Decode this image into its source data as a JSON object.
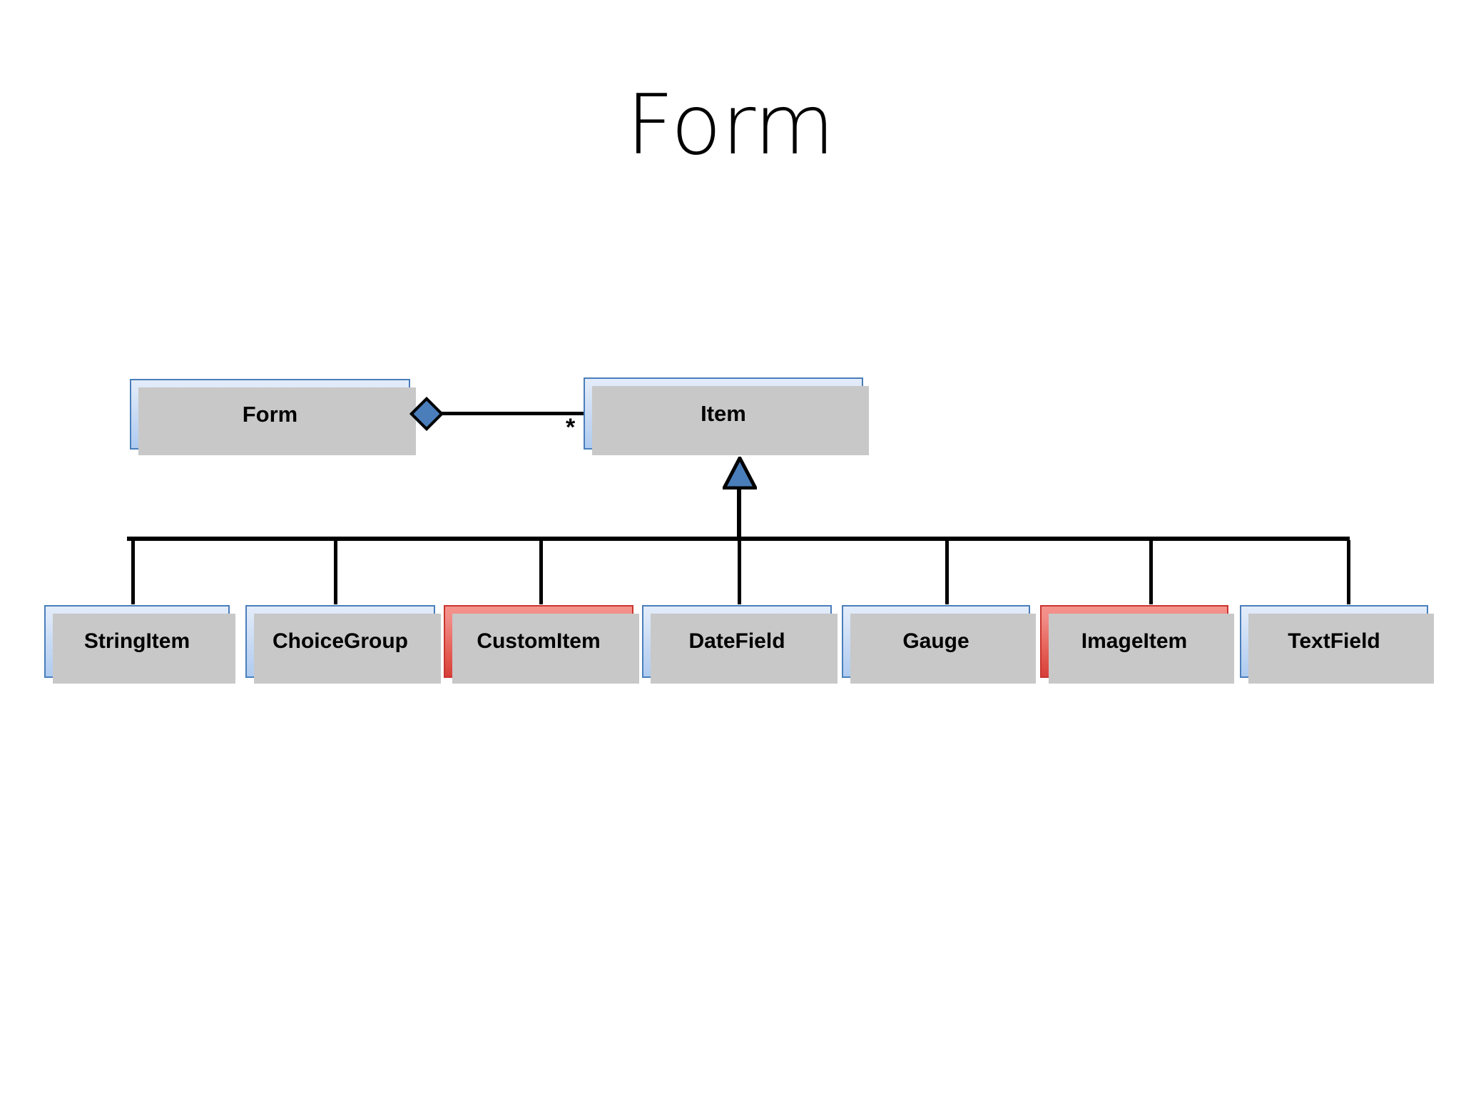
{
  "title": "Form",
  "colors": {
    "class_fill_blue_top": "#e3ecfa",
    "class_fill_blue_bottom": "#aecbf0",
    "class_border_blue": "#4a7ebb",
    "class_fill_red_top": "#f5938d",
    "class_fill_red_bottom": "#d6403a",
    "class_border_red": "#c9352f",
    "shadow": "#c8c8c8",
    "connector": "#000000",
    "diagram_background": "#ffffff"
  },
  "classes": {
    "container": {
      "name": "Form",
      "fill": "blue"
    },
    "parent": {
      "name": "Item",
      "fill": "blue"
    },
    "subclasses": [
      {
        "name": "StringItem",
        "fill": "blue"
      },
      {
        "name": "ChoiceGroup",
        "fill": "blue"
      },
      {
        "name": "CustomItem",
        "fill": "red"
      },
      {
        "name": "DateField",
        "fill": "blue"
      },
      {
        "name": "Gauge",
        "fill": "blue"
      },
      {
        "name": "ImageItem",
        "fill": "red"
      },
      {
        "name": "TextField",
        "fill": "blue"
      }
    ]
  },
  "relationships": {
    "aggregation": {
      "type": "aggregation",
      "source": "Form",
      "target": "Item",
      "source_multiplicity": "",
      "target_multiplicity": "*",
      "diamond": "filled"
    },
    "generalization": {
      "type": "generalization",
      "parent": "Item",
      "children": [
        "StringItem",
        "ChoiceGroup",
        "CustomItem",
        "DateField",
        "Gauge",
        "ImageItem",
        "TextField"
      ],
      "arrowhead": "hollow-triangle-filled"
    }
  }
}
